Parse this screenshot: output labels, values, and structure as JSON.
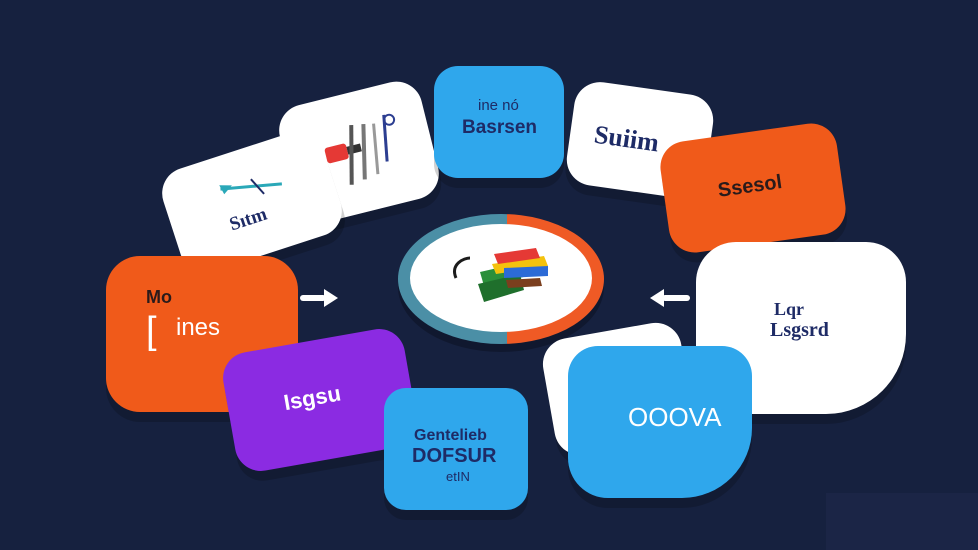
{
  "tiles": {
    "top_center": {
      "line1": "ine nó",
      "line2": "Basrsen"
    },
    "top_right_white": {
      "label": "Suiim"
    },
    "right_orange": {
      "label": "Ssesol"
    },
    "left_white": {
      "label": "Sıtm"
    },
    "left_orange": {
      "line1": "Mo",
      "line2": "ines",
      "glyph": "["
    },
    "right_white": {
      "line1": "Lqr",
      "line2": "Lsgsrd"
    },
    "purple": {
      "label": "Isgsu"
    },
    "bottom_blue": {
      "line1": "Gentelieb",
      "line2": "DOFSUR",
      "line3": "etIN"
    },
    "right_blue": {
      "label": "OOOVA"
    }
  },
  "icons": {
    "hub": "stacked-colorful-books-icon",
    "brushes": "paint-brushes-icon",
    "compass": "compass-pen-icon"
  },
  "colors": {
    "background": "#16213f",
    "blue": "#2fa7ec",
    "orange": "#f05a1a",
    "purple": "#8b2be2",
    "white": "#ffffff",
    "ink": "#1e2b66"
  }
}
